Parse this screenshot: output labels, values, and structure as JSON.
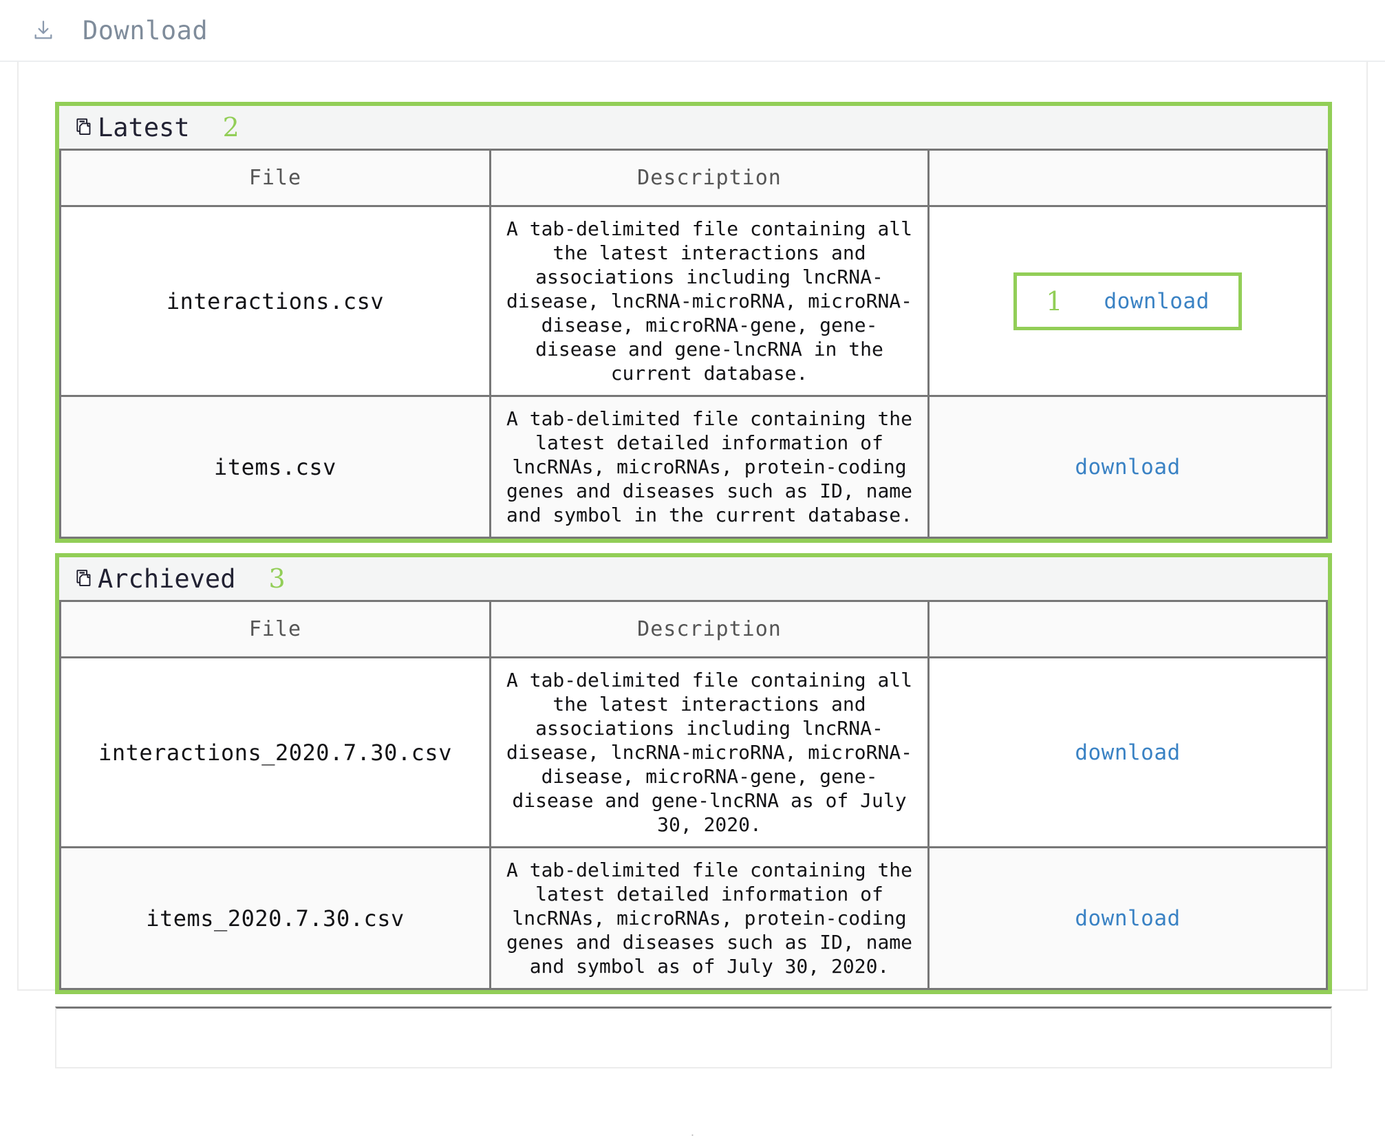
{
  "header": {
    "icon": "download-icon",
    "title": "Download"
  },
  "table_headers": {
    "file": "File",
    "description": "Description",
    "action": ""
  },
  "panels": [
    {
      "icon": "files-icon",
      "title": "Latest",
      "annotation": "2",
      "rows": [
        {
          "file": "interactions.csv",
          "description": "A tab-delimited file containing all the latest interactions and associations including lncRNA-disease, lncRNA-microRNA, microRNA-disease, microRNA-gene, gene-disease and gene-lncRNA in the current database.",
          "action_label": "download",
          "action_annotation": "1",
          "action_highlighted": true
        },
        {
          "file": "items.csv",
          "description": "A tab-delimited file containing the latest detailed information of lncRNAs, microRNAs, protein-coding genes and diseases such as ID, name and symbol in the current database.",
          "action_label": "download",
          "action_annotation": "",
          "action_highlighted": false
        }
      ]
    },
    {
      "icon": "files-icon",
      "title": "Archieved",
      "annotation": "3",
      "rows": [
        {
          "file": "interactions_2020.7.30.csv",
          "description": "A tab-delimited file containing all the latest interactions and associations including lncRNA-disease, lncRNA-microRNA, microRNA-disease, microRNA-gene, gene-disease and gene-lncRNA as of July 30, 2020.",
          "action_label": "download",
          "action_annotation": "",
          "action_highlighted": false
        },
        {
          "file": "items_2020.7.30.csv",
          "description": "A tab-delimited file containing the latest detailed information of lncRNAs, microRNAs, protein-coding genes and diseases such as ID, name and symbol as of July 30, 2020.",
          "action_label": "download",
          "action_annotation": "",
          "action_highlighted": false
        }
      ]
    }
  ],
  "colors": {
    "accent_green": "#92ce57",
    "link_blue": "#3a82c4",
    "header_text": "#7f8c9b",
    "table_border": "#777777"
  }
}
